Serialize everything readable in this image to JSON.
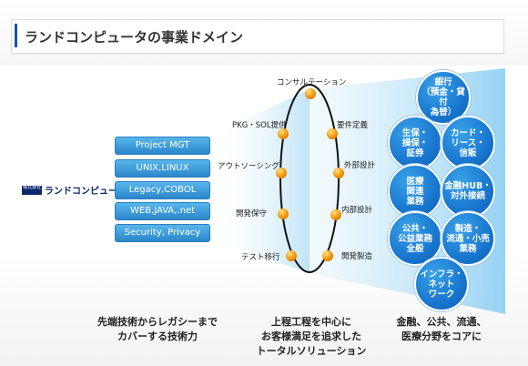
{
  "header": {
    "title": "ランドコンピュータの事業ドメイン"
  },
  "logo": {
    "mark": "株式会社",
    "text": "ランドコンピュータ"
  },
  "tech_stack": [
    "Project MGT",
    "UNIX,LINUX",
    "Legacy,COBOL",
    "WEB,JAVA,.net",
    "Security, Privacy"
  ],
  "process_steps": {
    "top": "コンサルテーション",
    "left_1": "PKG・SOL提供",
    "left_2": "アウトソーシング",
    "left_3": "開発保守",
    "left_4": "テスト移行",
    "right_1": "要件定義",
    "right_2": "外部設計",
    "right_3": "内部設計",
    "right_4": "開発製造"
  },
  "services": [
    "銀行\n（預金・貸付\n為替）",
    "生保・\n損保・\n証券",
    "カード・\nリース・\n信販",
    "医療\n関連\n業務",
    "金融HUB・\n対外接続",
    "公共・\n公益業務\n全般",
    "製造・\n流通・小売\n業務",
    "インフラ・\nネット\nワーク"
  ],
  "captions": {
    "left": "先端技術からレガシーまで\nカバーする技術力",
    "center": "上程工程を中心に\nお客様満足を追求した\nトータルソリューション",
    "right": "金融、公共、流通、\n医療分野をコアに"
  },
  "colors": {
    "accent": "#0055aa",
    "button": "#3a9ad9",
    "node": "#f7a21b",
    "service": "#1876cf"
  }
}
